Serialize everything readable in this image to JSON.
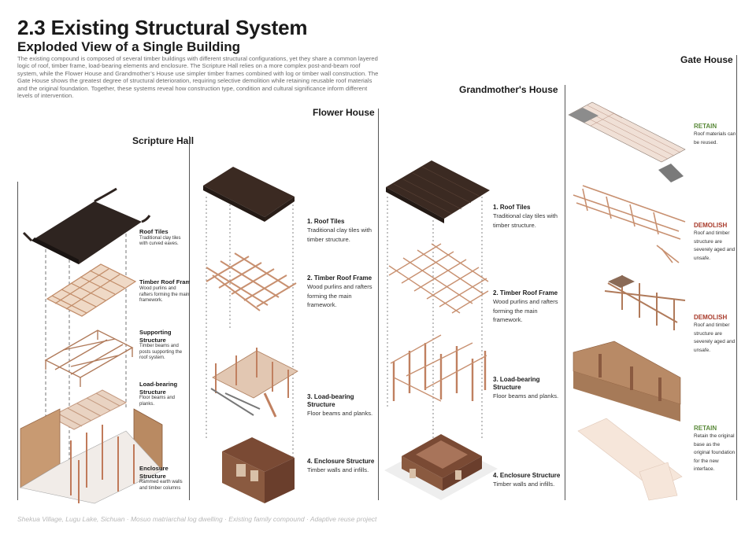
{
  "header": {
    "title": "2.3 Existing Structural System",
    "subtitle": "Exploded View of a Single Building",
    "intro": "The existing compound is composed of several timber buildings with different structural configurations, yet they share a common layered logic of roof, timber frame, load-bearing elements and enclosure. The Scripture Hall relies on a more complex post-and-beam roof system, while the Flower House and Grandmother’s House use simpler timber frames combined with log or timber wall construction. The Gate House shows the greatest degree of structural deterioration, requiring selective demolition while retaining reusable roof materials and the original foundation. Together, these systems reveal how construction type, condition and cultural significance inform different levels of intervention."
  },
  "columns": {
    "scripture_hall": {
      "title": "Scripture Hall",
      "layers": [
        {
          "name": "Roof Tiles",
          "desc": "Traditional clay tiles with curved eaves."
        },
        {
          "name": "Timber Roof Frame",
          "desc": "Wood purlins and rafters forming the main framework."
        },
        {
          "name": "Supporting Structure",
          "desc": "Timber beams and posts supporting the roof system."
        },
        {
          "name": "Load-bearing Structure",
          "desc": "Floor beams and planks."
        },
        {
          "name": "Enclosure Structure",
          "desc": "Rammed earth walls and timber columns"
        }
      ]
    },
    "flower_house": {
      "title": "Flower House",
      "layers": [
        {
          "name": "1.  Roof Tiles",
          "desc": "Traditional clay tiles with timber structure."
        },
        {
          "name": "2.  Timber Roof Frame",
          "desc": "Wood purlins and rafters forming the main framework."
        },
        {
          "name": "3.  Load-bearing Structure",
          "desc": "Floor beams and planks."
        },
        {
          "name": "4.  Enclosure Structure",
          "desc": "Timber walls and infills."
        }
      ]
    },
    "grandmothers_house": {
      "title": "Grandmother's House",
      "layers": [
        {
          "name": "1.  Roof Tiles",
          "desc": "Traditional clay tiles with timber structure."
        },
        {
          "name": "2.  Timber Roof Frame",
          "desc": "Wood purlins and rafters forming the main framework."
        },
        {
          "name": "3.  Load-bearing Structure",
          "desc": "Floor beams and planks."
        },
        {
          "name": "4.  Enclosure Structure",
          "desc": "Timber walls and infills."
        }
      ]
    },
    "gate_house": {
      "title": "Gate House",
      "layers": [
        {
          "tag": "RETAIN",
          "desc": "Roof materials can be reused."
        },
        {
          "tag": "DEMOLISH",
          "desc": "Roof and timber structure are severely aged and unsafe."
        },
        {
          "tag": "DEMOLISH",
          "desc": "Roof and timber structure are severely aged and unsafe."
        },
        {
          "tag": "RETAIN",
          "desc": "Retain the original base as the original foundation for the new interface."
        }
      ]
    }
  },
  "colors": {
    "retain": "#5a8a3a",
    "demolish": "#a83a2a",
    "roof": "#3b2a22",
    "timber": "#c89070",
    "wall": "#9a6a4a"
  },
  "footer": "Shekua Village, Lugu Lake, Sichuan · Mosuo matriarchal log dwelling · Existing family compound · Adaptive reuse project"
}
